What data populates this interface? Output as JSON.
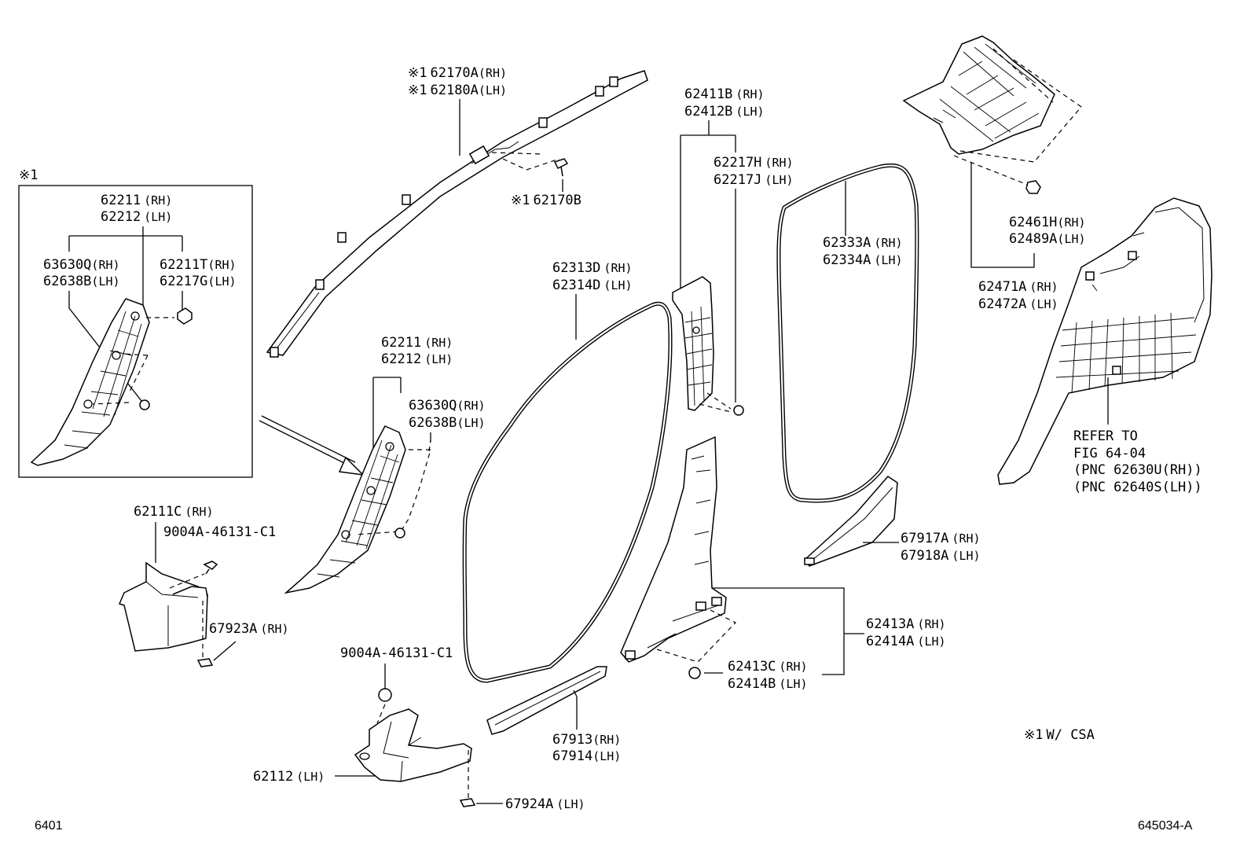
{
  "figure_id": "645034-A",
  "page_ref": "6401",
  "note": {
    "symbol": "※1",
    "text": "W/ CSA"
  },
  "inset": {
    "marker": "※1"
  },
  "callouts": {
    "c62170A": {
      "prefix": "※1",
      "number": "62170A",
      "side": "(RH)"
    },
    "c62180A": {
      "prefix": "※1",
      "number": "62180A",
      "side": "(LH)"
    },
    "c62170B": {
      "prefix": "※1",
      "number": "62170B"
    },
    "c62211_inset": {
      "number": "62211",
      "side": "(RH)"
    },
    "c62212_inset": {
      "number": "62212",
      "side": "(LH)"
    },
    "c63630Q_inset": {
      "number": "63630Q",
      "side": "(RH)"
    },
    "c62638B_inset": {
      "number": "62638B",
      "side": "(LH)"
    },
    "c62211T": {
      "number": "62211T",
      "side": "(RH)"
    },
    "c62217G": {
      "number": "62217G",
      "side": "(LH)"
    },
    "c62211": {
      "number": "62211",
      "side": "(RH)"
    },
    "c62212": {
      "number": "62212",
      "side": "(LH)"
    },
    "c63630Q": {
      "number": "63630Q",
      "side": "(RH)"
    },
    "c62638B": {
      "number": "62638B",
      "side": "(LH)"
    },
    "c62111C": {
      "number": "62111C",
      "side": "(RH)"
    },
    "c9004A_1": {
      "number": "9004A-46131-C1"
    },
    "c67923A": {
      "number": "67923A",
      "side": "(RH)"
    },
    "c9004A_2": {
      "number": "9004A-46131-C1"
    },
    "c62112": {
      "number": "62112",
      "side": "(LH)"
    },
    "c67924A": {
      "number": "67924A",
      "side": "(LH)"
    },
    "c62313D": {
      "number": "62313D",
      "side": "(RH)"
    },
    "c62314D": {
      "number": "62314D",
      "side": "(LH)"
    },
    "c67913": {
      "number": "67913",
      "side": "(RH)"
    },
    "c67914": {
      "number": "67914",
      "side": "(LH)"
    },
    "c62411B": {
      "number": "62411B",
      "side": "(RH)"
    },
    "c62412B": {
      "number": "62412B",
      "side": "(LH)"
    },
    "c62217H": {
      "number": "62217H",
      "side": "(RH)"
    },
    "c62217J": {
      "number": "62217J",
      "side": "(LH)"
    },
    "c62333A": {
      "number": "62333A",
      "side": "(RH)"
    },
    "c62334A": {
      "number": "62334A",
      "side": "(LH)"
    },
    "c62413A": {
      "number": "62413A",
      "side": "(RH)"
    },
    "c62414A": {
      "number": "62414A",
      "side": "(LH)"
    },
    "c62413C": {
      "number": "62413C",
      "side": "(RH)"
    },
    "c62414B": {
      "number": "62414B",
      "side": "(LH)"
    },
    "c67917A": {
      "number": "67917A",
      "side": "(RH)"
    },
    "c67918A": {
      "number": "67918A",
      "side": "(LH)"
    },
    "c62461H": {
      "number": "62461H",
      "side": "(RH)"
    },
    "c62489A": {
      "number": "62489A",
      "side": "(LH)"
    },
    "c62471A": {
      "number": "62471A",
      "side": "(RH)"
    },
    "c62472A": {
      "number": "62472A",
      "side": "(LH)"
    }
  },
  "refer": {
    "line1": "REFER TO",
    "line2": "FIG 64-04",
    "line3": "(PNC 62630U(RH))",
    "line4": "(PNC 62640S(LH))"
  }
}
